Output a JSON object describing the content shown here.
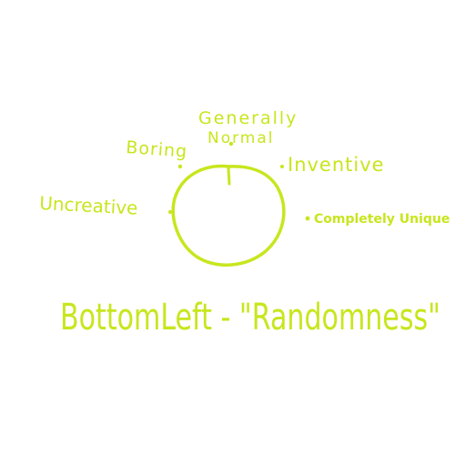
{
  "diagram": {
    "color": "#c8e61e",
    "labels": {
      "generally_line1": "Generally",
      "generally_line2": "Normal",
      "boring": "Boring",
      "inventive": "Inventive",
      "uncreative": "Uncreative",
      "completely_unique": "Completely Unique"
    },
    "caption": "BottomLeft - \"Randomness\""
  }
}
